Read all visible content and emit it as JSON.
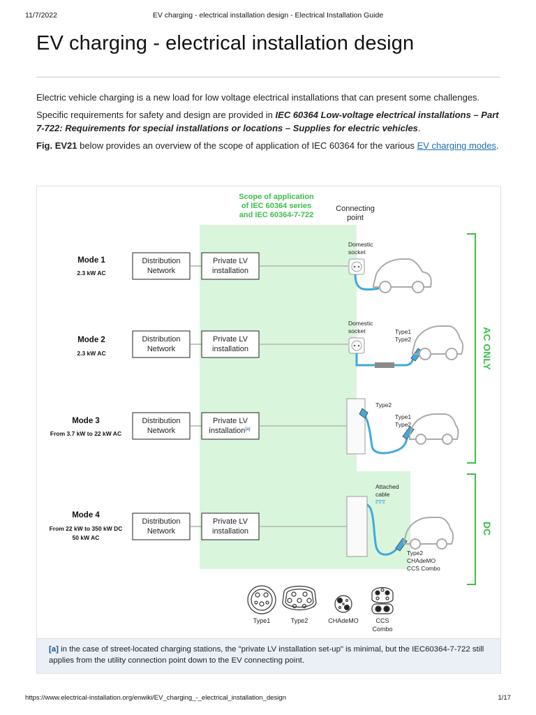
{
  "print_header": {
    "date": "11/7/2022",
    "doc_title": "EV charging - electrical installation design - Electrical Installation Guide"
  },
  "page": {
    "title": "EV charging - electrical installation design",
    "p1": "Electric vehicle charging is a new load for low voltage electrical installations that can present some challenges.",
    "p2_lead": "Specific requirements for safety and design are provided in ",
    "p2_bold": "IEC 60364 Low-voltage electrical installations – Part 7-722: Requirements for special installations or locations – Supplies for electric vehicles",
    "p2_tail": ".",
    "p3_fig": "Fig. EV21",
    "p3_mid": " below provides an overview of the scope of application of IEC 60364 for the various ",
    "p3_link": "EV charging modes",
    "p3_tail": "."
  },
  "figure": {
    "scope_line1": "Scope of application",
    "scope_line2": "of IEC 60364 series",
    "scope_line3": "and IEC 60364-7-722",
    "connecting_line1": "Connecting",
    "connecting_line2": "point",
    "modes": [
      {
        "name": "Mode 1",
        "power1": "2.3 kW AC",
        "power2": ""
      },
      {
        "name": "Mode 2",
        "power1": "2.3 kW AC",
        "power2": ""
      },
      {
        "name": "Mode 3",
        "power1": "From 3.7 kW to 22 kW AC",
        "power2": ""
      },
      {
        "name": "Mode 4",
        "power1": "From 22 kW to 350 kW DC",
        "power2": "50 kW AC"
      }
    ],
    "dist_line1": "Distribution",
    "dist_line2": "Network",
    "lv_line1": "Private LV",
    "lv_line2": "installation",
    "lv_ref": "[a]",
    "domestic_line1": "Domestic",
    "domestic_line2": "socket",
    "type1": "Type1",
    "type2": "Type2",
    "attached_line1": "Attached",
    "attached_line2": "cable",
    "chademo": "CHAdeMO",
    "ccs_combo": "CCS Combo",
    "ccs": "CCS",
    "combo": "Combo",
    "ac_only": "AC ONLY",
    "dc": "DC",
    "connector_labels": [
      "Type1",
      "Type2",
      "CHAdeMO",
      "CCS",
      "Combo"
    ],
    "colors": {
      "scope_green": "#d9f5dc",
      "accent_green": "#3bbf4a",
      "cable_blue": "#3fa9dc",
      "grey": "#9a9a9a"
    }
  },
  "footnote": {
    "ref": "[a]",
    "text": " in the case of street-located charging stations, the \"private LV installation set-up\" is minimal, but the IEC60364-7-722 still applies from the utility connection point down to the EV connecting point."
  },
  "print_footer": {
    "url": "https://www.electrical-installation.org/enwiki/EV_charging_-_electrical_installation_design",
    "pages": "1/17"
  }
}
